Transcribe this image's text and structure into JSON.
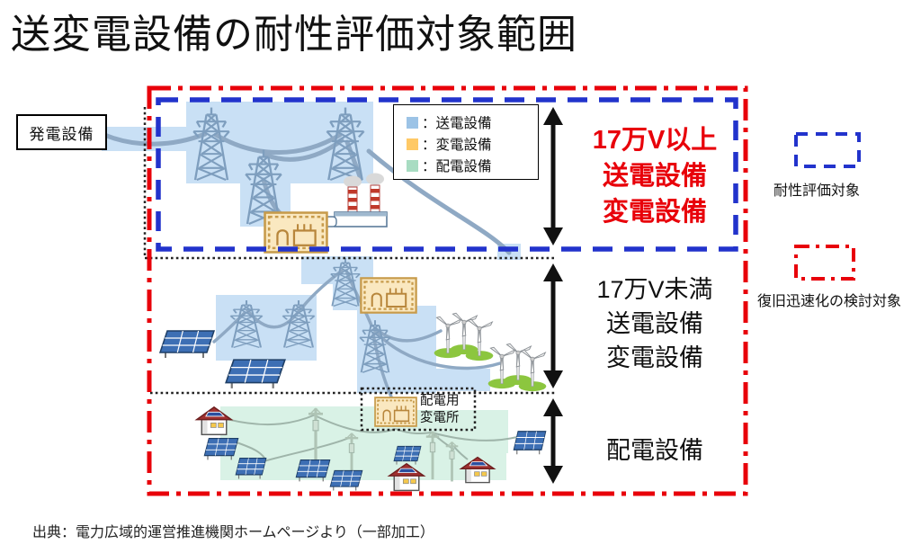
{
  "title": "送変電設備の耐性評価対象範囲",
  "source": "出典：電力広域的運営推進機関ホームページより（一部加工）",
  "generation": {
    "label": "発電設備"
  },
  "legend": {
    "items": [
      {
        "name": "transmission",
        "label": "：送電設備",
        "color": "#9CC3E6"
      },
      {
        "name": "substation",
        "label": "：変電設備",
        "color": "#FFC966"
      },
      {
        "name": "distribution",
        "label": "：配電設備",
        "color": "#A8DCC2"
      }
    ]
  },
  "bands": {
    "band1": {
      "line1": "17万V以上",
      "line2": "送電設備",
      "line3": "変電設備",
      "color": "#E8000A"
    },
    "band2": {
      "line1": "17万V未満",
      "line2": "送電設備",
      "line3": "変電設備"
    },
    "band3": {
      "line1": "配電設備"
    }
  },
  "distribution_substation": {
    "line1": "配電用",
    "line2": "変電所"
  },
  "side_legend": {
    "eval": {
      "label": "耐性評価対象",
      "color": "#2233CC"
    },
    "restore": {
      "label": "復旧迅速化の検討対象",
      "color": "#E8000A"
    }
  }
}
